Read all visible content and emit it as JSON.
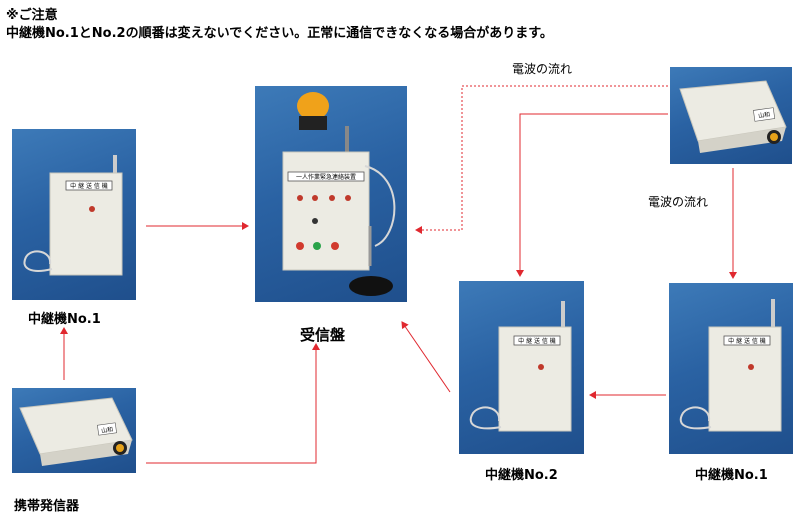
{
  "note": {
    "title": "※ご注意",
    "body": "中継機No.1とNo.2の順番は変えないでください。正常に通信できなくなる場合があります。"
  },
  "labels": {
    "relay_left": "中継機No.1",
    "receiver": "受信盤",
    "transmitter": "携帯発信器",
    "relay_no2": "中継機No.2",
    "relay_no1_right": "中継機No.1",
    "flow_top": "電波の流れ",
    "flow_right": "電波の流れ"
  },
  "devices": {
    "relay_text": "中 継 送 信 機",
    "receiver_panel_text": "一人作業緊急連絡装置",
    "transmitter_badge": "山和"
  },
  "colors": {
    "arrow": "#e0282f",
    "photo_bg": "#2a62a3",
    "device_body": "#ecebe3"
  }
}
